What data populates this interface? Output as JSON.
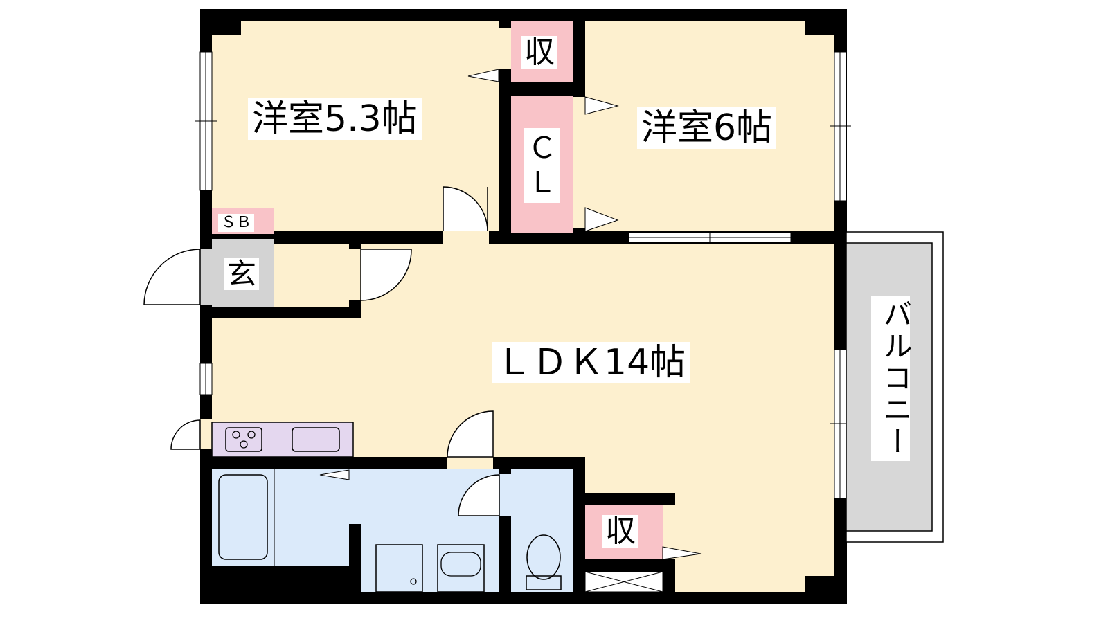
{
  "floorplan": {
    "rooms": {
      "western_room_a": "洋室5.3帖",
      "western_room_b": "洋室6帖",
      "ldk": "ＬＤＫ14帖",
      "closet": "ＣＬ",
      "storage_top": "収",
      "storage_bottom": "収",
      "shoe_box": "ＳＢ",
      "entrance": "玄",
      "balcony": "バルコニー"
    },
    "colors": {
      "room_floor": "#fdf0cf",
      "storage": "#f9c3c8",
      "wet_area": "#dbeafa",
      "entrance_floor": "#d3d3d3",
      "balcony_floor": "#d7d7d7",
      "kitchen_counter": "#e4d7ef",
      "wall": "#000000"
    }
  }
}
